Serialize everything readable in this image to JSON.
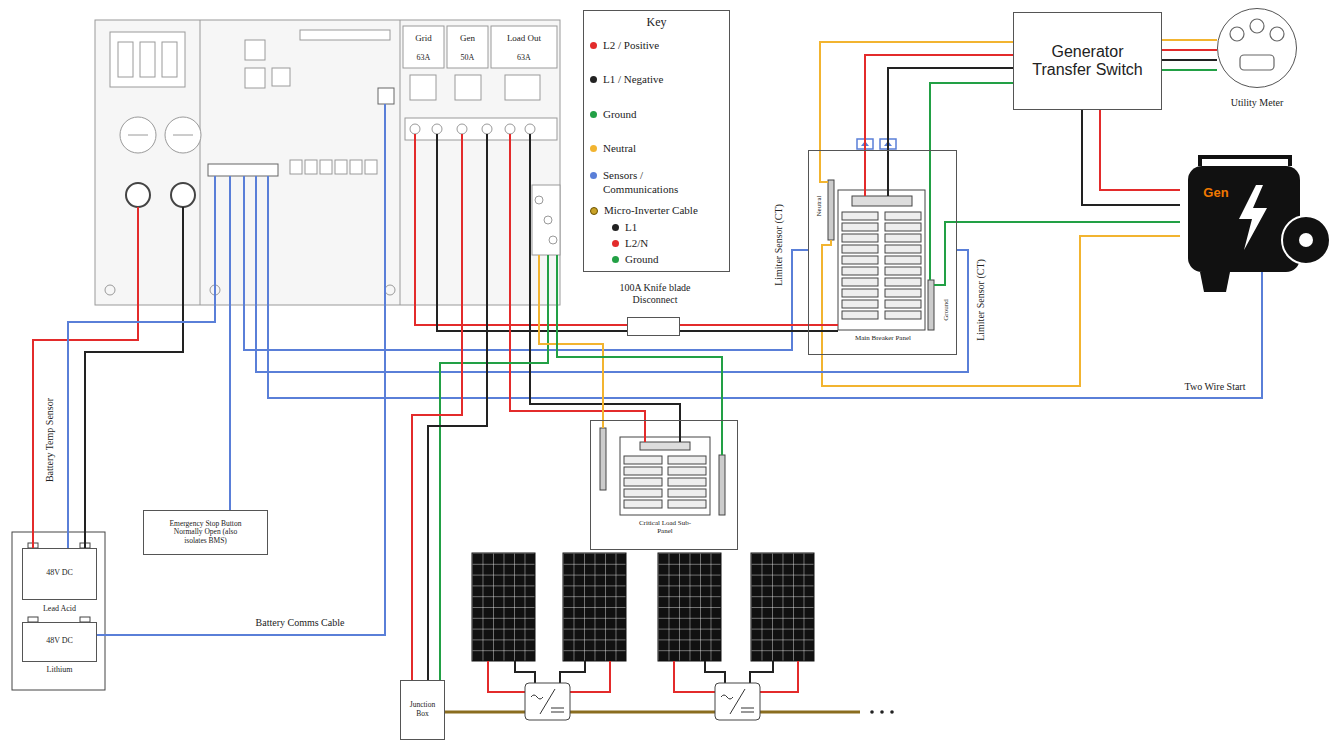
{
  "diagram": {
    "nodes": [
      {
        "text": [
          "Grid",
          "63A",
          "Gen",
          "50A",
          "Load Out",
          "63A"
        ]
      },
      {
        "text": [
          "Key"
        ]
      },
      {
        "text": [
          "Generator Transfer Switch"
        ]
      },
      {
        "text": [
          "Utility Meter"
        ]
      },
      {
        "text": [
          "Main Breaker Panel"
        ]
      },
      {
        "text": [
          "Gen"
        ]
      },
      {
        "text": [
          "100A Knife blade Disconnect"
        ]
      },
      {
        "text": [
          "Critical Load Sub-Panel"
        ]
      },
      {
        "text": [
          "Emergency Stop Button Normally Open (also isolates BMS)"
        ]
      },
      {
        "text": [
          "48V DC",
          "Lead Acid"
        ]
      },
      {
        "text": [
          "48V DC",
          "Lithium"
        ]
      },
      {
        "text": [
          "Junction Box"
        ]
      }
    ],
    "edges": [
      {
        "from": 2,
        "to": 3,
        "arrow": "none"
      },
      {
        "from": 2,
        "to": 3,
        "arrow": "none"
      },
      {
        "from": 2,
        "to": 3,
        "arrow": "none"
      },
      {
        "from": 2,
        "to": 3,
        "arrow": "none"
      },
      {
        "from": 2,
        "to": 5,
        "arrow": "none"
      },
      {
        "from": 2,
        "to": 5,
        "arrow": "none"
      },
      {
        "from": 2,
        "to": 4,
        "arrow": "none"
      },
      {
        "from": 2,
        "to": 4,
        "arrow": "none"
      },
      {
        "from": 2,
        "to": 4,
        "arrow": "none"
      },
      {
        "from": 2,
        "to": 4,
        "arrow": "none"
      },
      {
        "from": 5,
        "to": 4,
        "arrow": "none"
      },
      {
        "from": 5,
        "to": 0,
        "label": "Two Wire Start",
        "arrow": "none"
      },
      {
        "from": 5,
        "to": 4,
        "arrow": "none"
      },
      {
        "from": 0,
        "to": 4,
        "label": "Limiter Sensor (CT)",
        "arrow": "none"
      },
      {
        "from": 0,
        "to": 4,
        "label": "Limiter Sensor (CT)",
        "arrow": "none"
      },
      {
        "from": 0,
        "to": 6,
        "arrow": "none"
      },
      {
        "from": 0,
        "to": 6,
        "arrow": "none"
      },
      {
        "from": 6,
        "to": 4,
        "arrow": "none"
      },
      {
        "from": 6,
        "to": 4,
        "arrow": "none"
      },
      {
        "from": 0,
        "to": 7,
        "arrow": "none"
      },
      {
        "from": 0,
        "to": 7,
        "arrow": "none"
      },
      {
        "from": 0,
        "to": 11,
        "arrow": "none"
      },
      {
        "from": 0,
        "to": 11,
        "arrow": "none"
      },
      {
        "from": 0,
        "to": 11,
        "arrow": "none"
      },
      {
        "from": 9,
        "to": 0,
        "arrow": "none"
      },
      {
        "from": 9,
        "to": 0,
        "arrow": "none"
      },
      {
        "from": 9,
        "to": 0,
        "label": "Battery Temp Sensor",
        "arrow": "none"
      },
      {
        "from": 8,
        "to": 0,
        "arrow": "none"
      },
      {
        "from": 10,
        "to": 0,
        "label": "Battery Comms Cable",
        "arrow": "none"
      },
      {
        "from": 0,
        "to": 7,
        "arrow": "none"
      },
      {
        "from": 0,
        "to": 7,
        "arrow": "none"
      }
    ],
    "labels": [
      "Neutral",
      "Ground"
    ],
    "legend": [
      {
        "text": "L2 / Positive",
        "color": "#e32b2b"
      },
      {
        "text": "L1 / Negative",
        "color": "#222222"
      },
      {
        "text": "Ground",
        "color": "#22a045"
      },
      {
        "text": "Neutral",
        "color": "#f2b430"
      },
      {
        "text": "Sensors / Communications",
        "color": "#5a7fd8"
      },
      {
        "text": "Micro-Inverter Cable",
        "color": "#c9a227"
      },
      {
        "text": "L1",
        "color": "#222222"
      },
      {
        "text": "L2/N",
        "color": "#e32b2b"
      },
      {
        "text": "Ground",
        "color": "#22a045"
      }
    ]
  }
}
